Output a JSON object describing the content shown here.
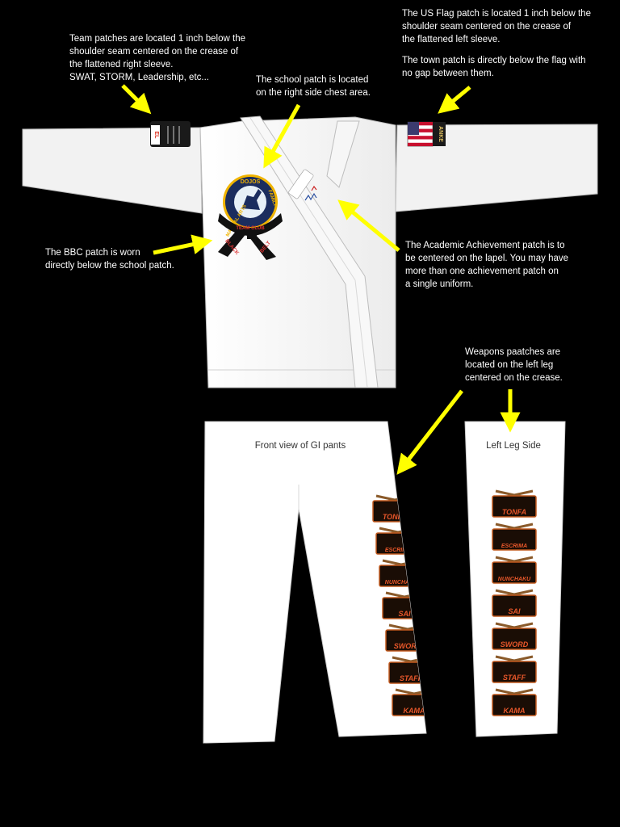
{
  "notes": {
    "team": [
      "Team patches are located 1 inch below the",
      "shoulder seam centered on the crease of",
      "the flattened right sleeve.",
      "SWAT, STORM, Leadership, etc..."
    ],
    "school": [
      "The school patch is located",
      "on the right side chest area."
    ],
    "flag": [
      "The US Flag patch is located 1 inch below the",
      "shoulder seam centered on the crease of",
      "the flattened left sleeve.",
      "",
      "The town patch is directly below the flag with",
      "no gap between them."
    ],
    "bbc": [
      "The BBC patch is worn",
      "directly below the school patch."
    ],
    "academic": [
      "The Academic Achievement patch is to",
      "be centered on the lapel. You may have",
      "more than one achievement patch on",
      "a single uniform."
    ],
    "weapons": [
      "Weapons paatches are",
      "located on the left leg",
      "centered on the crease."
    ]
  },
  "labels": {
    "pants_front": "Front view of GI pants",
    "left_leg": "Left Leg Side"
  },
  "patches": {
    "weapons": [
      "TONFA",
      "ESCRIMA",
      "NUNCHAKU",
      "SAI",
      "SWORD",
      "STAFF",
      "KAMA"
    ],
    "school_top": "DOJOS",
    "school_left": "FAMILY",
    "school_right": "MARTIAL ARTS",
    "bbc_left": "BLACK",
    "bbc_right": "BELT",
    "bbc_band": "TEAM CLUB",
    "team_tag": "EL",
    "town_tag": "ANKE"
  },
  "colors": {
    "background": "#000000",
    "gi": "#ffffff",
    "arrow": "#ffff00",
    "text": "#ffffff",
    "patch_border": "#c25a1e",
    "patch_fill": "#1a0d05",
    "weapon_text": "#e8572a"
  }
}
